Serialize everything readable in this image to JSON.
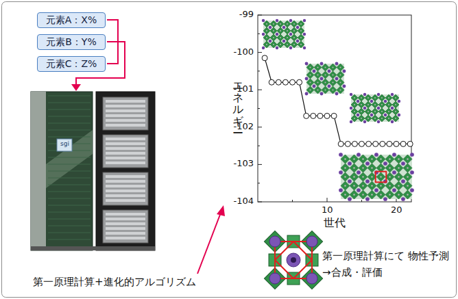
{
  "diagram": {
    "nodes": [
      {
        "text": [
          "元素A：X%"
        ]
      },
      {
        "text": [
          "元素B：Y%"
        ]
      },
      {
        "text": [
          "元素C：Z%"
        ]
      }
    ],
    "labels": [
      "-99",
      "-100",
      "-101",
      "-102",
      "-103",
      "-104",
      "10",
      "20",
      "エネルギー",
      "世代",
      "sgi",
      "第一原理計算+進化的アルゴリズム",
      "第一原理計算にて 物性予測→合成・評価"
    ]
  }
}
